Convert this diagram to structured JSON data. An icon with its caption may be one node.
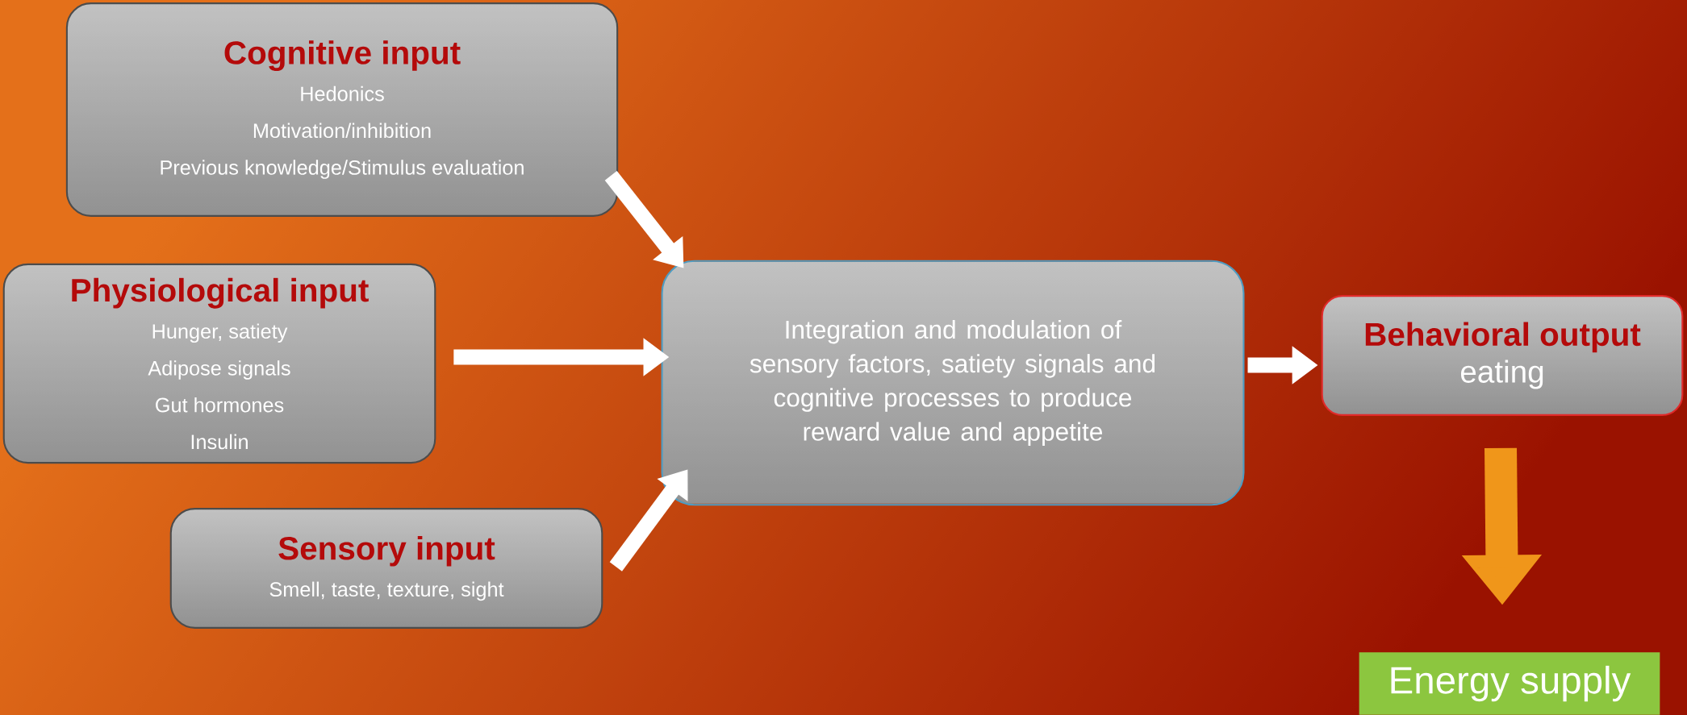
{
  "diagram": {
    "nodes": [
      {
        "text": [
          "Cognitive input",
          "Hedonics",
          "Motivation/inhibition",
          "Previous knowledge/Stimulus evaluation"
        ]
      },
      {
        "text": [
          "Physiological input",
          "Hunger, satiety",
          "Adipose signals",
          "Gut hormones",
          "Insulin"
        ]
      },
      {
        "text": [
          "Sensory input",
          "Smell, taste, texture, sight"
        ]
      },
      {
        "text": [
          "Integration and modulation of sensory factors, satiety signals and cognitive processes to produce reward value and appetite"
        ]
      },
      {
        "text": [
          "Behavioral output",
          "eating"
        ]
      },
      {
        "text": [
          "Energy supply"
        ]
      }
    ],
    "edges": [
      {
        "from": 0,
        "to": 3,
        "arrow": "to"
      },
      {
        "from": 1,
        "to": 3,
        "arrow": "to"
      },
      {
        "from": 2,
        "to": 3,
        "arrow": "to"
      },
      {
        "from": 3,
        "to": 4,
        "arrow": "to"
      },
      {
        "from": 4,
        "to": 5,
        "arrow": "to",
        "style": "thick",
        "color": "#f0961a"
      }
    ]
  }
}
